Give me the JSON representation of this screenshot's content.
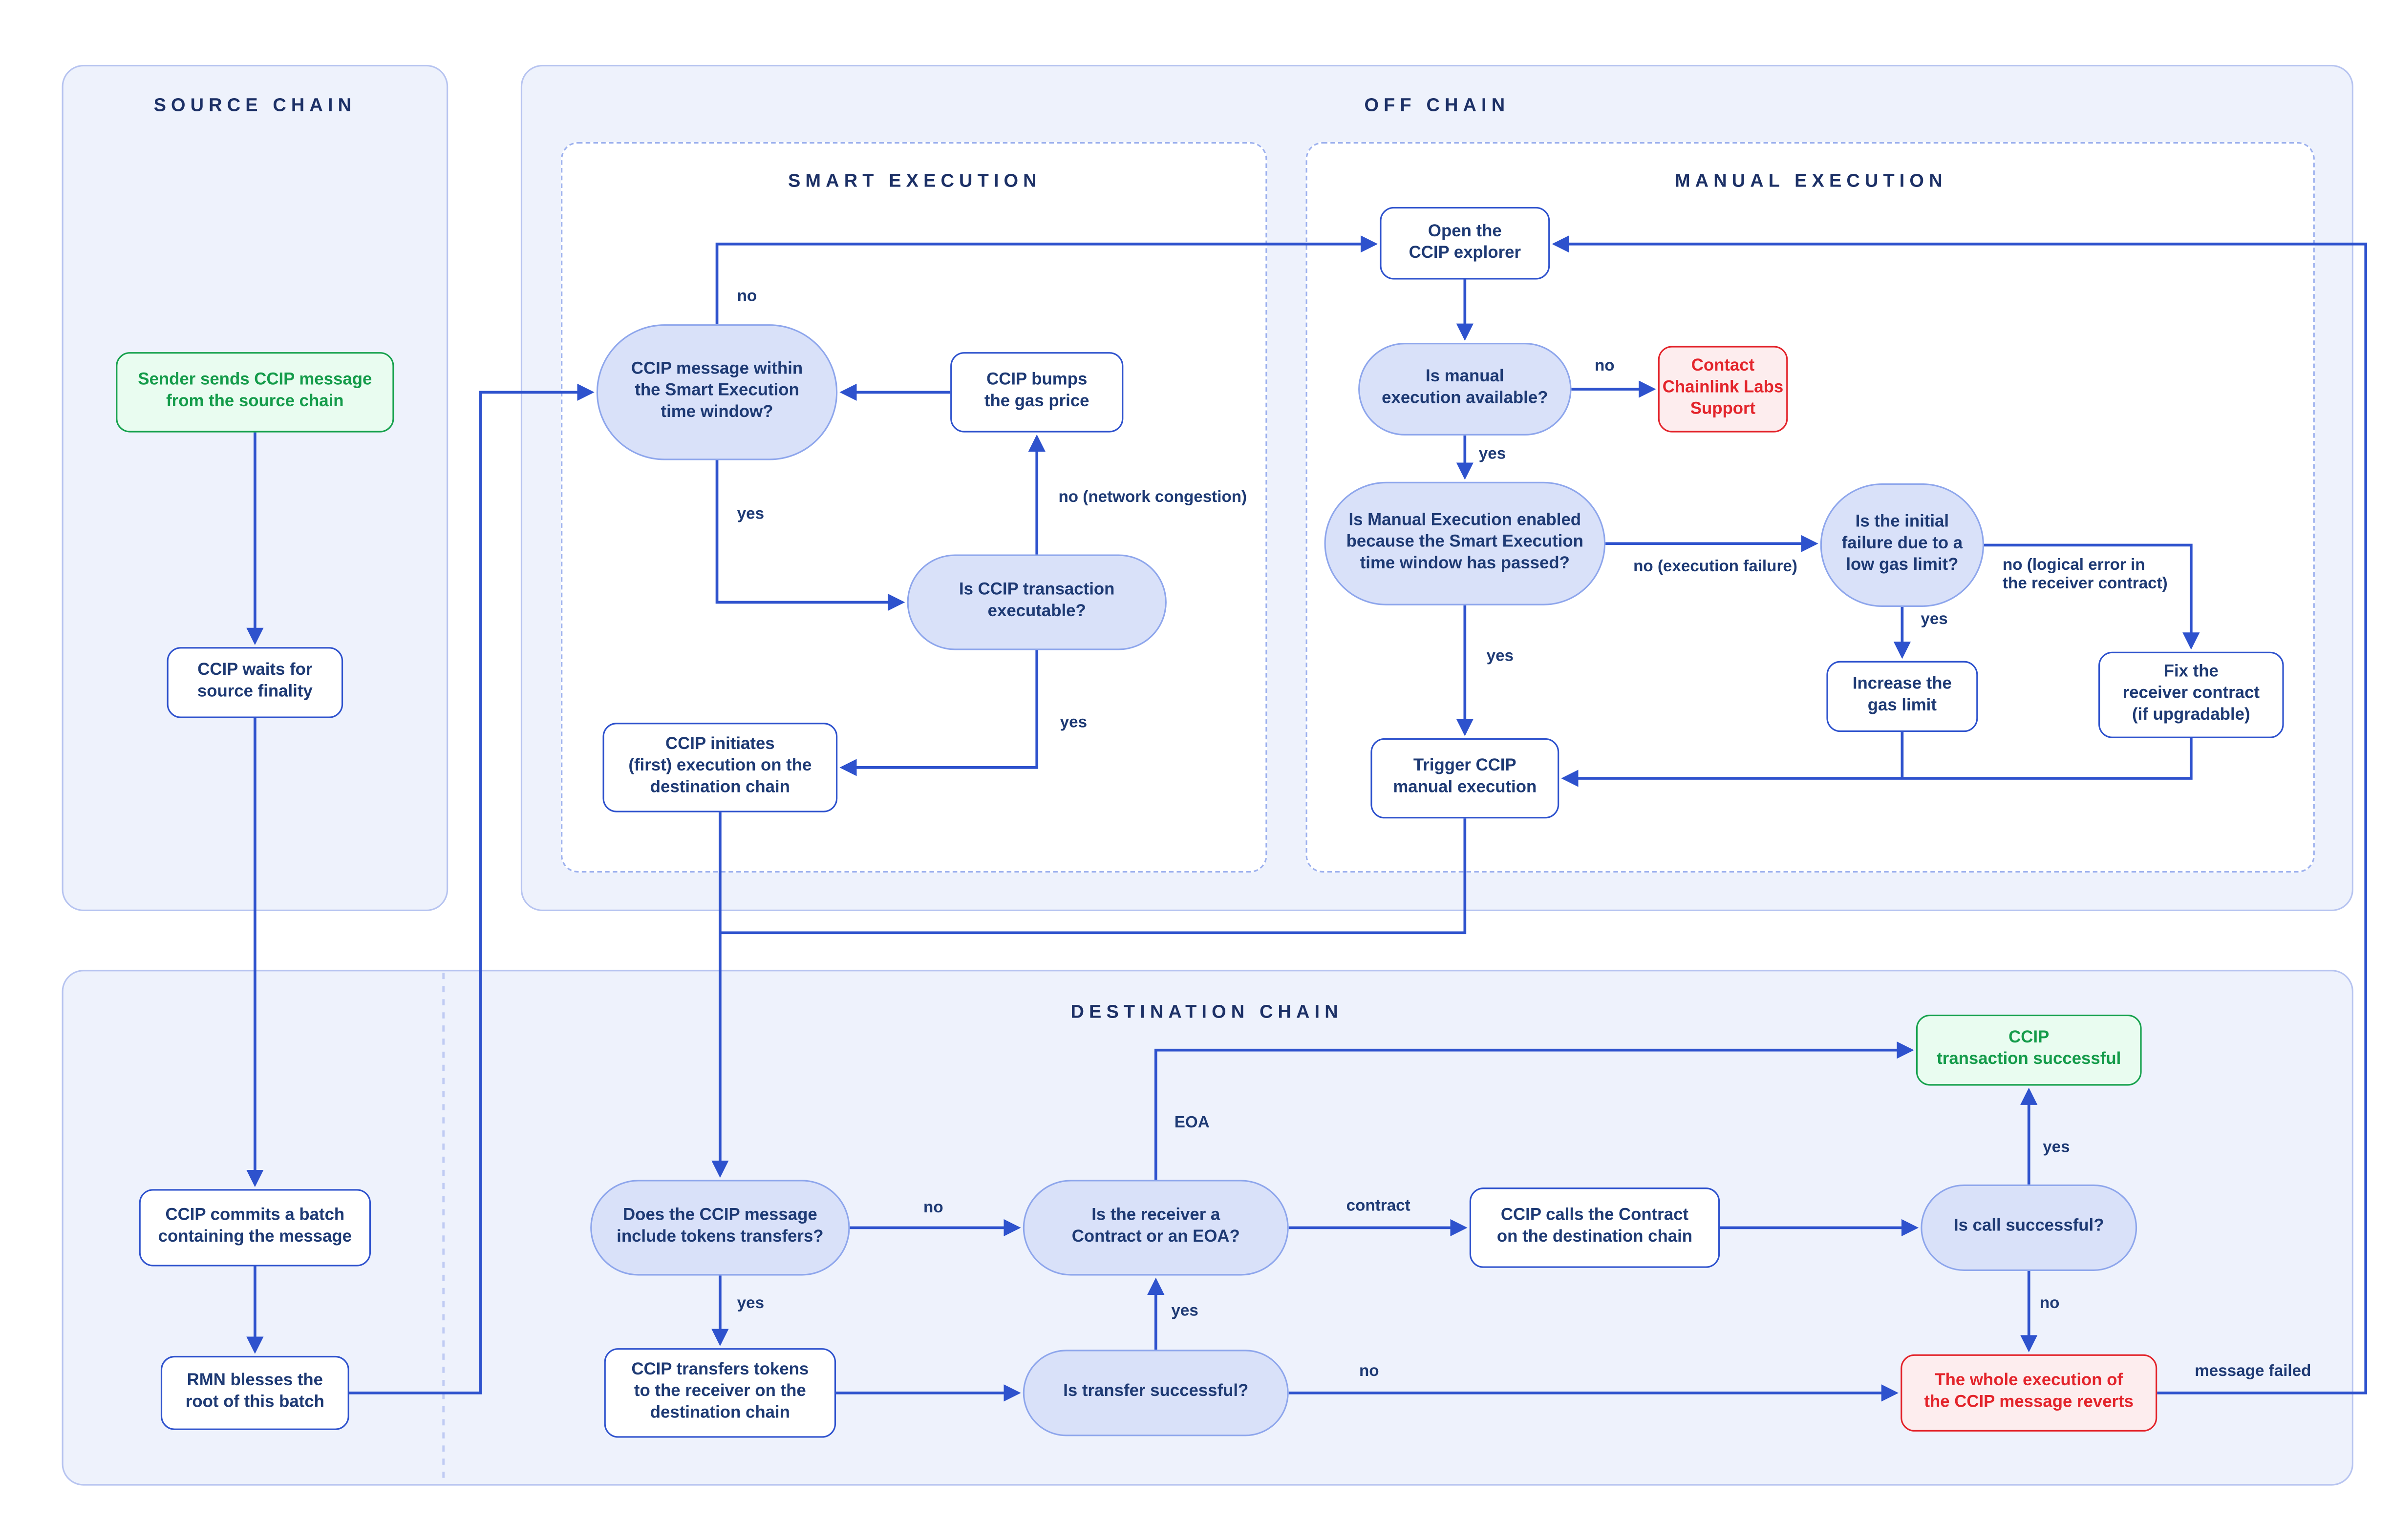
{
  "diagram": {
    "panels": {
      "source_chain": "SOURCE CHAIN",
      "off_chain": "OFF CHAIN",
      "smart_execution": "SMART EXECUTION",
      "manual_execution": "MANUAL EXECUTION",
      "destination_chain": "DESTINATION CHAIN"
    },
    "nodes": {
      "sender": "Sender sends CCIP message\nfrom the source chain",
      "waits": "CCIP waits for\nsource finality",
      "commits": "CCIP commits a batch\ncontaining the message",
      "rmn": "RMN blesses the\nroot of this batch",
      "window": "CCIP message within\nthe Smart Execution\ntime window?",
      "bumps": "CCIP bumps\nthe gas price",
      "executable": "Is CCIP transaction\nexecutable?",
      "initiates": "CCIP initiates\n(first) execution on the\ndestination chain",
      "explorer": "Open the\nCCIP explorer",
      "available": "Is manual\nexecution available?",
      "contact": "Contact\nChainlink Labs\nSupport",
      "enabled": "Is Manual Execution enabled\nbecause the Smart Execution\ntime window has passed?",
      "initial_failure": "Is the initial\nfailure due to a\nlow gas limit?",
      "increase_gas": "Increase the\ngas limit",
      "fix_receiver": "Fix the\nreceiver contract\n(if upgradable)",
      "trigger": "Trigger CCIP\nmanual execution",
      "tokens": "Does the CCIP message\ninclude tokens transfers?",
      "receiver_type": "Is the receiver a\nContract or an EOA?",
      "calls_contract": "CCIP calls the Contract\non the destination chain",
      "call_success": "Is call successful?",
      "tx_success": "CCIP\ntransaction successful",
      "transfers": "CCIP transfers tokens\nto the receiver on the\ndestination chain",
      "transfer_success": "Is transfer successful?",
      "reverts": "The whole execution of\nthe CCIP message reverts"
    },
    "edge_labels": {
      "window_no": "no",
      "window_yes": "yes",
      "congestion": "no (network congestion)",
      "exec_yes": "yes",
      "avail_no": "no",
      "avail_yes": "yes",
      "exec_failure": "no (execution failure)",
      "initial_yes": "yes",
      "logical_error": "no (logical error in\nthe receiver contract)",
      "enabled_yes": "yes",
      "eoa": "EOA",
      "tokens_no": "no",
      "contract": "contract",
      "call_yes": "yes",
      "tokens_yes": "yes",
      "transfer_yes": "yes",
      "transfer_no": "no",
      "call_no": "no",
      "message_failed": "message failed"
    },
    "colors": {
      "line_blue": "#2e52cd",
      "navy_text": "#1e3a74",
      "panel_fill": "#eef2fc",
      "panel_border": "#b7c4f0",
      "pill_fill": "#d9e1f9",
      "pill_border": "#8ea6ec",
      "success_green": "#16a14d",
      "success_fill": "#e9fcf0",
      "danger_red": "#e3242b",
      "danger_fill": "#fdedee"
    }
  }
}
